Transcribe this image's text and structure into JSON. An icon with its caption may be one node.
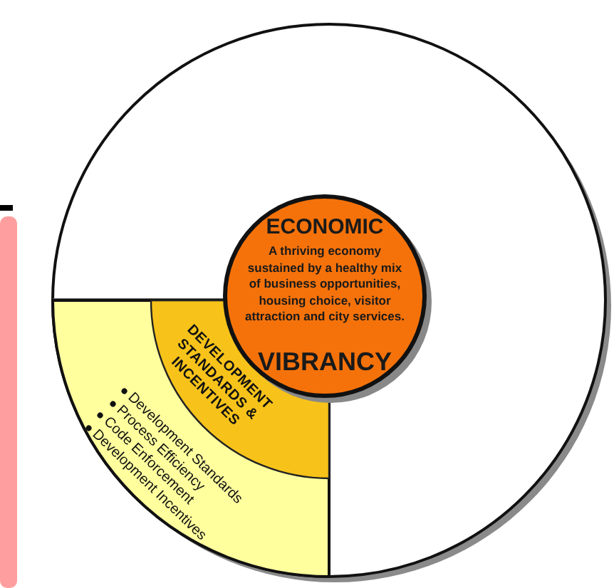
{
  "diagram": {
    "nodes": [
      {
        "text": [],
        "shape": "circle"
      },
      {
        "text": [
          "Development Standards",
          "Process Efficiency",
          "Code Enforcement",
          "Development Incentives"
        ],
        "in": 0
      },
      {
        "text": [
          "DEVELOPMENT STANDARDS & INCENTIVES"
        ],
        "in": 1
      },
      {
        "text": [
          "ECONOMIC",
          "A thriving economy sustained by a healthy mix of business opportunities, housing choice, visitor attraction and city services.",
          "VIBRANCY"
        ],
        "in": 0
      }
    ]
  }
}
